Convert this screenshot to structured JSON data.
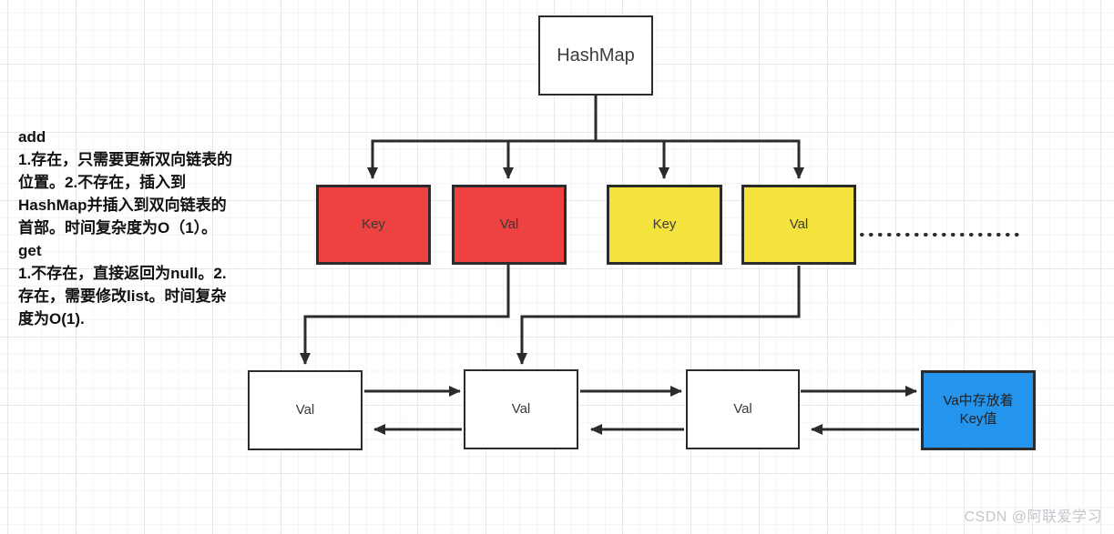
{
  "diagram": {
    "hashmap_box": {
      "label": "HashMap"
    },
    "hash_row_boxes": [
      {
        "label": "Key",
        "fill": "#ee4141"
      },
      {
        "label": "Val",
        "fill": "#ee4141"
      },
      {
        "label": "Key",
        "fill": "#f5e33d"
      },
      {
        "label": "Val",
        "fill": "#f5e33d"
      }
    ],
    "linked_list_boxes": [
      {
        "label": "Val",
        "fill": "#ffffff"
      },
      {
        "label": "Val",
        "fill": "#ffffff"
      },
      {
        "label": "Val",
        "fill": "#ffffff"
      },
      {
        "label_line1": "Va中存放着",
        "label_line2": "Key值",
        "fill": "#2494ec"
      }
    ],
    "ellipsis_dots": "....................",
    "stroke_color": "#2b2b2b"
  },
  "notes": {
    "lines": [
      "add",
      "1.存在，只需要更新双向链表的",
      "位置。2.不存在，插入到",
      "HashMap并插入到双向链表的",
      "首部。时间复杂度为O（1）。",
      "get",
      "1.不存在，直接返回为null。2.",
      "存在，需要修改list。时间复杂",
      "度为O(1)."
    ]
  },
  "watermark": {
    "text": "CSDN @阿联爱学习"
  },
  "colors": {
    "red": "#ee4141",
    "yellow": "#f5e33d",
    "blue": "#2494ec",
    "line": "#2b2b2b",
    "note_text": "#111111",
    "watermark": "#c3c6cb",
    "grid_minor": "#f3f3f5",
    "grid_major": "#e8e8ea"
  }
}
